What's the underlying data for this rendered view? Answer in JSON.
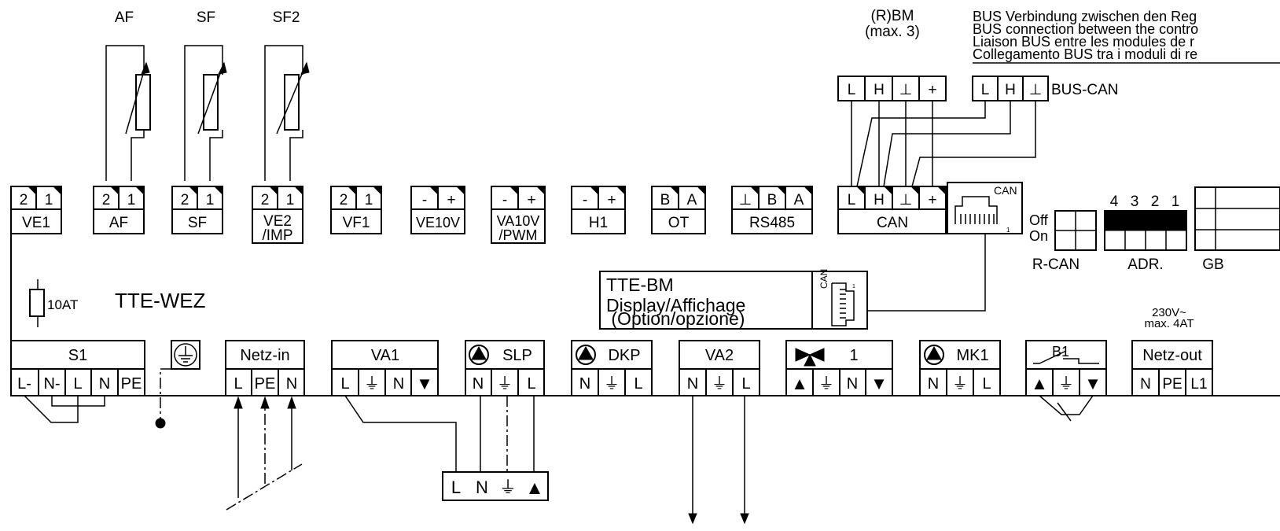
{
  "colors": {
    "ink": "#000000",
    "background": "#ffffff"
  },
  "sensors": {
    "af": "AF",
    "sf": "SF",
    "sf2": "SF2"
  },
  "bm": {
    "title": "(R)BM",
    "max": "(max. 3)",
    "pins": [
      "L",
      "H",
      "⊥",
      "+"
    ]
  },
  "bus": {
    "lines": [
      "BUS Verbindung zwischen den Reg",
      "BUS connection between the contro",
      "Liaison BUS entre les modules de r",
      "Collegamento BUS tra i moduli di re"
    ],
    "pins": [
      "L",
      "H",
      "⊥"
    ],
    "label": "BUS-CAN"
  },
  "top_terminals": [
    {
      "name": "ve1",
      "pins": [
        "2",
        "1"
      ],
      "label": [
        "VE1"
      ]
    },
    {
      "name": "af",
      "pins": [
        "2",
        "1"
      ],
      "label": [
        "AF"
      ]
    },
    {
      "name": "sf",
      "pins": [
        "2",
        "1"
      ],
      "label": [
        "SF"
      ]
    },
    {
      "name": "ve2",
      "pins": [
        "2",
        "1"
      ],
      "label": [
        "VE2",
        "/IMP"
      ]
    },
    {
      "name": "vf1",
      "pins": [
        "2",
        "1"
      ],
      "label": [
        "VF1"
      ]
    },
    {
      "name": "ve10v",
      "pins": [
        "-",
        "+"
      ],
      "label": [
        "VE10V"
      ]
    },
    {
      "name": "va10v",
      "pins": [
        "-",
        "+"
      ],
      "label": [
        "VA10V",
        "/PWM"
      ]
    },
    {
      "name": "h1",
      "pins": [
        "-",
        "+"
      ],
      "label": [
        "H1"
      ]
    },
    {
      "name": "ot",
      "pins": [
        "B",
        "A"
      ],
      "label": [
        "OT"
      ]
    },
    {
      "name": "rs485",
      "pins": [
        "⊥",
        "B",
        "A"
      ],
      "label": [
        "RS485"
      ]
    },
    {
      "name": "can",
      "pins": [
        "L",
        "H",
        "⊥",
        "+"
      ],
      "label": [
        "CAN"
      ]
    }
  ],
  "can_port": {
    "label": "CAN",
    "pin1": "1"
  },
  "switches": {
    "off": "Off",
    "on": "On",
    "adr_numbers": [
      "4",
      "3",
      "2",
      "1"
    ],
    "rcan": "R-CAN",
    "adr": "ADR.",
    "gb": "GB"
  },
  "fuse": {
    "label": "10AT"
  },
  "controller": {
    "name": "TTE-WEZ"
  },
  "display": {
    "lines": [
      "TTE-BM",
      "Display/Affichage",
      " (Option/opzione)"
    ],
    "port_label": "CAN",
    "pin1": "1"
  },
  "power_rating": {
    "lines": [
      "230V~",
      "max. 4AT"
    ]
  },
  "bottom_terminals": {
    "s1": {
      "title": "S1",
      "pins": [
        "L-",
        "N-",
        "L",
        "N",
        "PE"
      ]
    },
    "netzin": {
      "title": "Netz-in",
      "pins": [
        "L",
        "PE",
        "N"
      ]
    },
    "va1": {
      "title": "VA1",
      "pins": [
        "L",
        "⏚",
        "N",
        "▼"
      ]
    },
    "slp": {
      "title": "SLP",
      "pins": [
        "N",
        "⏚",
        "L"
      ]
    },
    "dkp": {
      "title": "DKP",
      "pins": [
        "N",
        "⏚",
        "L"
      ]
    },
    "va2": {
      "title": "VA2",
      "pins": [
        "N",
        "⏚",
        "L"
      ]
    },
    "mixer": {
      "title": "1",
      "pins": [
        "▲",
        "⏚",
        "N",
        "▼"
      ]
    },
    "mk1": {
      "title": "MK1",
      "pins": [
        "N",
        "⏚",
        "L"
      ]
    },
    "b1": {
      "title": "B1",
      "pins": [
        "▲",
        "⏚",
        "▼"
      ]
    },
    "netzout": {
      "title": "Netz-out",
      "pins": [
        "N",
        "PE",
        "L1"
      ]
    }
  },
  "valve": {
    "pins": [
      "L",
      "N",
      "⏚",
      "▲"
    ]
  }
}
